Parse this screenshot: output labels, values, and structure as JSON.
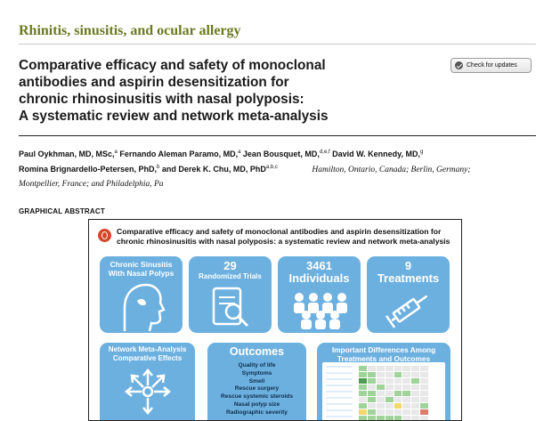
{
  "section": "Rhinitis, sinusitis, and ocular allergy",
  "title_lines": [
    "Comparative efficacy and safety of monoclonal",
    "antibodies and aspirin desensitization for",
    "chronic rhinosinusitis with nasal polyposis:",
    "A systematic review and network meta-analysis"
  ],
  "check_updates": "Check for updates",
  "authors": {
    "a1": "Paul Oykhman, MD, MSc,",
    "a1_sup": "a",
    "a2": " Fernando Aleman Paramo, MD,",
    "a2_sup": "a",
    "a3": " Jean Bousquet, MD,",
    "a3_sup": "d,e,f",
    "a4": " David W. Kennedy, MD,",
    "a4_sup": "g",
    "a5": "Romina Brignardello-Petersen, PhD,",
    "a5_sup": "b",
    "a6": " and Derek K. Chu, MD, PhD",
    "a6_sup": "a,b,c",
    "loc1": "Hamilton, Ontario, Canada; Berlin, Germany;",
    "loc2": "Montpellier, France; and Philadelphia, Pa"
  },
  "graphical_abstract_label": "GRAPHICAL ABSTRACT",
  "abstract": {
    "title_lines": [
      "Comparative efficacy and safety of monoclonal antibodies and aspirin desensitization for",
      "chronic rhinosinusitis with nasal polyposis: a systematic review and network meta-analysis"
    ],
    "tiles": {
      "crs_line1": "Chronic Sinusitis",
      "crs_line2": "With Nasal Polyps",
      "trials_num": "29",
      "trials_label": "Randomized Trials",
      "individuals_num": "3461",
      "individuals_label": "Individuals",
      "treatments_num": "9",
      "treatments_label": "Treatments",
      "nma_line1": "Network Meta-Analysis",
      "nma_line2": "Comparative Effects",
      "outcomes_title": "Outcomes",
      "outcomes_items": [
        "Quality of life",
        "Symptoms",
        "Smell",
        "Rescue surgery",
        "Rescue systemic steroids",
        "Nasal polyp size",
        "Radiographic severity"
      ],
      "diff_line1": "Important Differences Among",
      "diff_line2": "Treatments and Outcomes"
    }
  },
  "colors": {
    "section": "#6b7a1f",
    "tile": "#6cb0e0",
    "logo": "#d8452a"
  }
}
